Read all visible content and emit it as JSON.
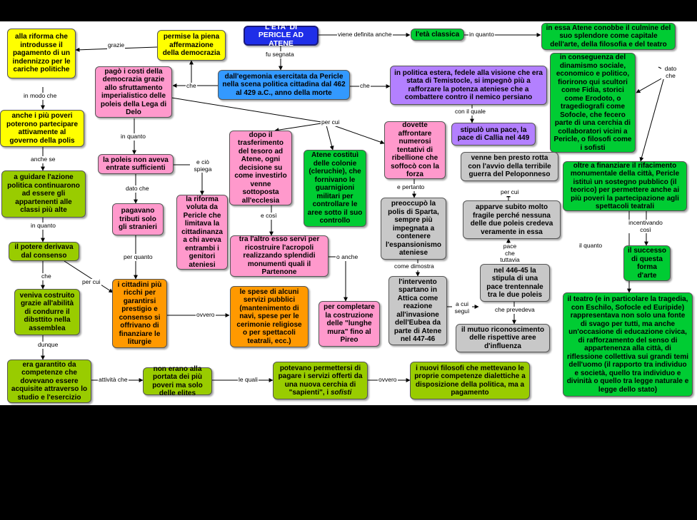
{
  "colors": {
    "yellow": "#ffff00",
    "pink": "#ff99cc",
    "blue": "#3399ff",
    "green": "#00cc33",
    "purple": "#b380ff",
    "olive": "#99cc00",
    "orange": "#ff9900",
    "gray": "#c8c8c8",
    "title": "#1f2ee8"
  },
  "nodes": {
    "title": "L'ETA' DI PERICLE AD ATENE",
    "eta_classica": "l'età classica",
    "atene_culmine": "in essa Atene conobbe il culmine del suo splendore come capitale dell'arte, della filosofia e del teatro",
    "riforma_indennizzo": "alla riforma che introdusse il pagamento di un indennizzo per le cariche politiche",
    "piena_democrazia": "permise la piena affermazione della democrazia",
    "egemonia": "dall'egemonia esercitata da Pericle nella scena politica cittadina dal 462 al 429 a.C., anno della morte",
    "politica_estera": "in politica estera, fedele alla visione che era stata di Temistocle, si impegnò più a rafforzare la potenza ateniese che a combattere contro il nemico persiano",
    "dinamismo": "in conseguenza del dinamismo sociale, economico e politico, fiorirono qui scultori come Fidia, storici come Erodoto, o tragediografi come Sofocle, che fecero parte di una cerchia di collaboratori vicini a Pericle, o filosofi come i sofisti",
    "pago_costi": "pagò i costi della democrazia grazie allo sfruttamento imperialistico delle poleis della Lega di Delo",
    "piu_poveri": "anche i più poveri poterono partecipare attivamente al governo della polis",
    "pace_callia": "stipulò una pace, la pace di Callia nel 449",
    "trasferimento": "dopo il trasferimento del tesoro ad Atene, ogni decisione su come investirlo venne sottoposta all'ecclesia",
    "cleruchie": "Atene costituì delle colonie (cleruchie), che fornivano le guarnigioni militari per controllare le aree sotto il suo controllo",
    "ribellione": "dovette affrontare numerosi tentativi di ribellione che soffocò con la forza",
    "guerra_peloponneso": "venne ben presto rotta con l'avvio della terribile guerra del Peloponneso",
    "rifacimento": "oltre a finanziare il rifacimento monumentale della città, Pericle istituì un sostegno pubblico (il teorico) per permettere anche ai più poveri la partecipazione agli spettacoli teatrali",
    "entrate": "la poleis non aveva entrate sufficienti",
    "azione_politica": "a guidare l'azione politica continuarono ad essere gli appartenenti alle classi più alte",
    "riforma_voluta": "la riforma voluta da Pericle che limitava la cittadinanza a chi aveva entrambi i genitori ateniesi",
    "stranieri": "pagavano tributi solo gli stranieri",
    "sparta": "preoccupò la polis di Sparta, sempre più impegnata a contenere l'espansionismo ateniese",
    "fragile": "apparve subito molto fragile perché nessuna delle due poleis credeva veramente in essa",
    "acropoli": "tra l'altro esso servì per ricostruire l'acropoli realizzando splendidi monumenti quali il Partenone",
    "consenso": "il potere derivava dal consenso",
    "successo": "il successo di questa forma d'arte",
    "pace_trentennale": "nel 446-45 la stipula di una pace trentennale tra le due poleis",
    "cittadini_ricchi": "i cittadini più ricchi per garantirsi prestigio e consenso si offrivano di finanziare le liturgie",
    "servizi_pubblici": "le spese di alcuni servizi pubblici (mantenimento di navi, spese per le cerimonie religiose o per spettacoli teatrali, ecc.)",
    "lunghe_mura": "per completare la costruzione delle \"lunghe mura\" fino al Pireo",
    "intervento": "l'intervento spartano in Attica come reazione all'invasione dell'Eubea da parte di Atene nel 447-46",
    "abilita": "veniva costruito grazie all'abilità di condurre il dibsttito nella assemblea",
    "teatro": "il teatro (e in particolare la tragedia, con Eschilo, Sofocle ed Euripide) rappresentava non solo una fonte di svago per tutti, ma anche un'occasione di educazione civica, di rafforzamento del senso di appartenenza alla città, di riflessione collettiva sui grandi temi dell'uomo (il rapporto tra individuo e società, quello tra individuo e divinità o quello tra legge naturale e legge dello stato)",
    "riconoscimento": "il mutuo riconoscimento delle rispettive aree d'influenza",
    "competenze": "era garantito da competenze che dovevano essere acquisite attraverso lo studio e l'esercizio",
    "elites": "non erano alla portata dei più poveri ma solo delle elites",
    "sapienti_pre": "potevano permettersi di pagare i servizi offerti da una nuova cerchia di \"sapienti\", i ",
    "sapienti_em": "sofisti",
    "filosofi": "i nuovi filosofi che mettevano le proprie competenze dialettiche a disposizione della politica, ma a pagamento"
  },
  "links": {
    "viene_definita": "viene definita anche",
    "in_quanto_1": "in quanto",
    "fu_segnata": "fu segnata",
    "grazie": "grazie",
    "che_1": "che",
    "che_2": "che",
    "dato_che_1": "dato che",
    "in_modo_che": "in modo che",
    "con_il_quale": "con il quale",
    "per_cui_1": "per cui",
    "in_quanto_2": "in quanto",
    "e_cio_spiega": "e ciò spiega",
    "e_pertanto": "e pertanto",
    "per_cui_2": "per cui",
    "anche_se": "anche se",
    "dato_che_2": "dato che",
    "incentivando_cosi": "incentivando così",
    "e_cosi": "e così",
    "pace_che_tuttavia": "pace che tuttavia",
    "in_quanto_3": "in quanto",
    "per_quanto": "per quanto",
    "o_anche": "o anche",
    "il_quanto": "il quanto",
    "come_dimostra": "come dimostra",
    "che_3": "che",
    "per_cui_3": "per cui",
    "ovvero_1": "ovvero",
    "a_cui_segui": "a cui seguì",
    "che_prevedeva": "che prevedeva",
    "dunque": "dunque",
    "attivita_che": "attività che",
    "le_quali": "le quali",
    "ovvero_2": "ovvero"
  }
}
